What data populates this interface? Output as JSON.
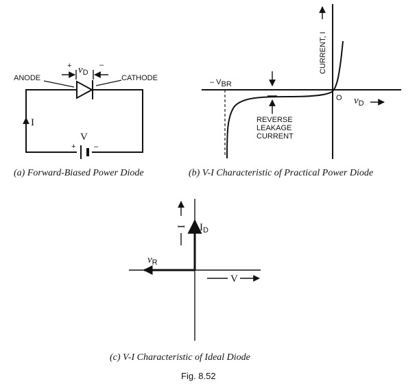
{
  "panel_a": {
    "anode": "ANODE",
    "cathode": "CATHODE",
    "vd_sym": "v",
    "vd_sub": "D",
    "plus_top": "+",
    "minus_top": "–",
    "current": "I",
    "battery": "V",
    "batt_plus": "+",
    "batt_minus": "–",
    "caption": "(a) Forward-Biased Power Diode"
  },
  "panel_b": {
    "vbr_dash": "– V",
    "vbr_sub": "BR",
    "current_axis": "CURRENT, I",
    "origin": "O",
    "vd_sym": "v",
    "vd_sub": "D",
    "leak1": "REVERSE",
    "leak2": "LEAKAGE",
    "leak3": "CURRENT",
    "caption": "(b) V-I Characteristic of Practical Power Diode"
  },
  "panel_c": {
    "i_label": "I",
    "id_sym": "I",
    "id_sub": "D",
    "vr_sym": "v",
    "vr_sub": "R",
    "v_label": "V",
    "caption": "(c) V-I Characteristic of Ideal Diode"
  },
  "figure_label": "Fig. 8.52"
}
